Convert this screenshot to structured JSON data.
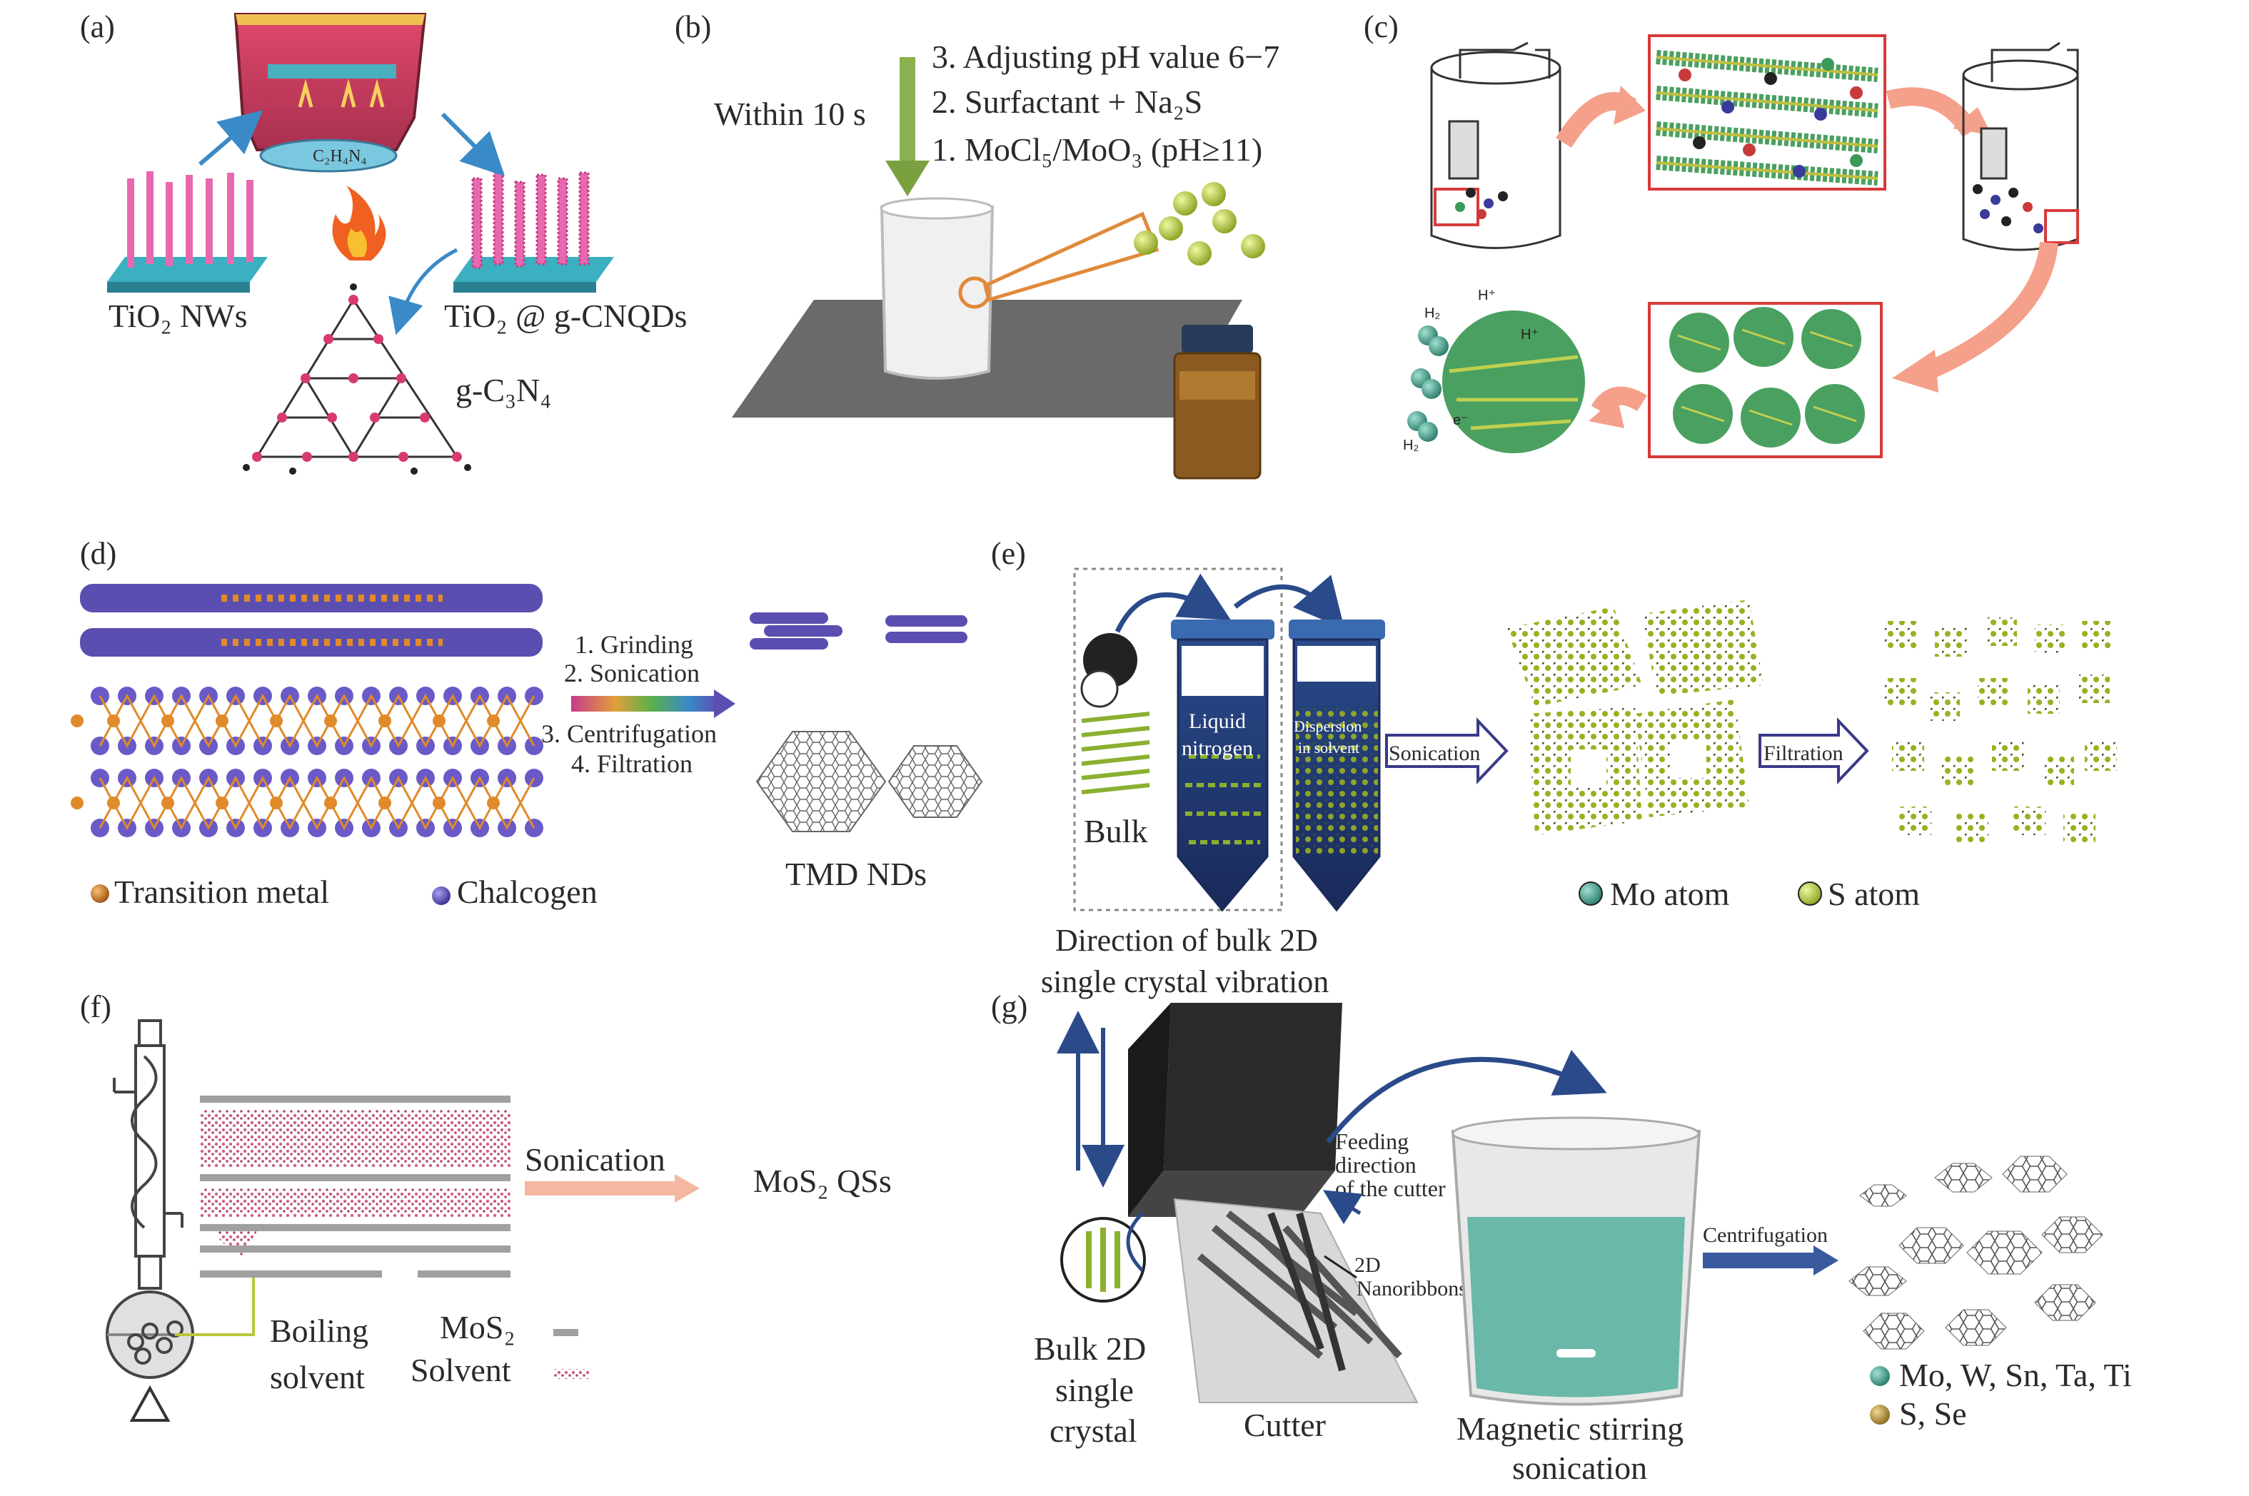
{
  "panels": {
    "a": {
      "tag": "(a)",
      "furnace_label": "C₂H₄N₄",
      "left_label": "TiO₂ NWs",
      "right_label": "TiO₂ @ g-CNQDs",
      "bottom_label": "g-C₃N₄"
    },
    "b": {
      "tag": "(b)",
      "time_label": "Within 10 s",
      "steps": [
        "3. Adjusting pH value 6−7",
        "2. Surfactant + Na₂S",
        "1. MoCl₅/MoO₃ (pH≥11)"
      ]
    },
    "c": {
      "tag": "(c)",
      "h2": "H₂",
      "hplus": "H⁺",
      "eminus": "e⁻"
    },
    "d": {
      "tag": "(d)",
      "steps": [
        "1. Grinding",
        "2. Sonication",
        "3. Centrifugation",
        "4. Filtration"
      ],
      "product": "TMD NDs",
      "legend": [
        "Transition metal",
        "Chalcogen"
      ]
    },
    "e": {
      "tag": "(e)",
      "bulk": "Bulk",
      "tube1": [
        "Liquid",
        "nitrogen"
      ],
      "tube2": [
        "Dispersion",
        "in solvent"
      ],
      "arrow1": "Sonication",
      "arrow2": "Filtration",
      "caption": [
        "Direction of bulk 2D",
        "single crystal vibration"
      ],
      "legend": [
        "Mo atom",
        "S atom"
      ]
    },
    "f": {
      "tag": "(f)",
      "arrow": "Sonication",
      "product": "MoS₂ QSs",
      "boiling": [
        "Boiling",
        "solvent"
      ],
      "legend": [
        "MoS₂",
        "Solvent"
      ]
    },
    "g": {
      "tag": "(g)",
      "feeding": [
        "Feeding",
        "direction",
        "of the cutter"
      ],
      "nanoribbons": [
        "2D",
        "Nanoribbons"
      ],
      "centrifugation": "Centrifugation",
      "bulk": [
        "Bulk 2D",
        "single",
        "crystal"
      ],
      "cutter": "Cutter",
      "stirring": [
        "Magnetic stirring",
        "sonication"
      ],
      "legend": [
        "Mo, W, Sn, Ta, Ti",
        "S, Se"
      ]
    }
  },
  "colors": {
    "pink": "#e05a9a",
    "teal": "#4ba8a8",
    "purple": "#5a4fb0",
    "orange": "#e08a2a",
    "yellowgreen": "#b8c83a",
    "salmon": "#f4a08a",
    "green": "#4aa060",
    "blue": "#3a5aa0"
  }
}
